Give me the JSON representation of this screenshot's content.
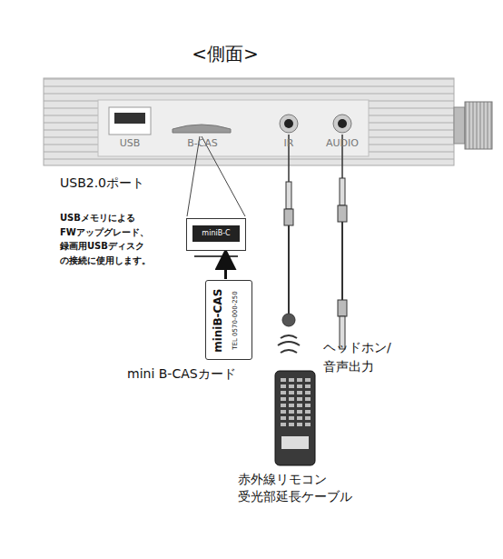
{
  "diagram": {
    "title": "<側面>",
    "nodes": [
      {
        "text": [
          "miniB-C"
        ]
      },
      {
        "text": [
          "miniB-CAS",
          "TEL 0570-000-250"
        ]
      }
    ],
    "edges": [
      {
        "from": 1,
        "to": 0,
        "arrow": "to"
      }
    ],
    "labels": [
      "USB",
      "B-CAS",
      "IR",
      "AUDIO",
      "USB2.0ポート",
      "USBメモリによる FWアップグレード、 録画用USBディスク の接続に使用します。",
      "mini B-CASカード",
      "ヘッドホン/ 音声出力",
      "赤外線リモコン 受光部延長ケーブル"
    ]
  }
}
